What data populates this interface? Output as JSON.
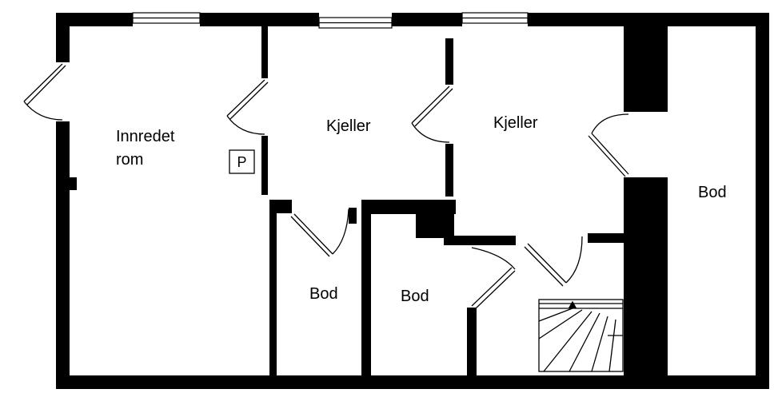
{
  "rooms": {
    "innredet_rom": {
      "line1": "Innredet",
      "line2": "rom"
    },
    "kjeller_1": "Kjeller",
    "kjeller_2": "Kjeller",
    "bod_right": "Bod",
    "bod_1": "Bod",
    "bod_2": "Bod"
  },
  "parking_marker": "P",
  "colors": {
    "wall": "#000000",
    "background": "#ffffff",
    "window_fill": "#ffffff"
  },
  "icons": {
    "stairs": "stairs-icon",
    "door": "door-swing-icon",
    "window": "window-icon"
  }
}
